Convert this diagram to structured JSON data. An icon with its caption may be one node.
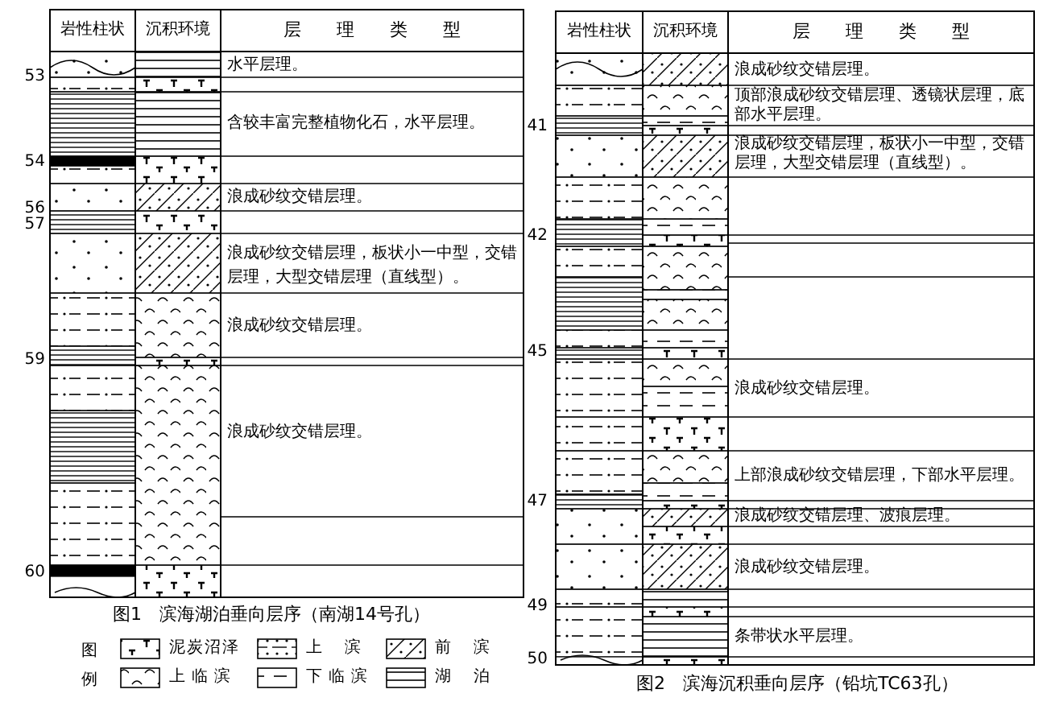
{
  "diagram": {
    "labels": [
      "岩性柱状",
      "沉积环境",
      "层理类型",
      "53",
      "水平层理。",
      "含较丰富完整植物化石，水平层理。",
      "54",
      "浪成砂纹交错层理。",
      "56",
      "57",
      "浪成砂纹交错层理，板状小一中型，交错层理，大型交错层理（直线型）。",
      "浪成砂纹交错层理。",
      "59",
      "浪成砂纹交错层理。",
      "60",
      "图1　滨海湖泊垂向层序（南湖14号孔）",
      "图例",
      "岩性柱状",
      "沉积环境",
      "层理类型",
      "浪成砂纹交错层理。",
      "顶部浪成砂纹交错层理、透镜状层理，底部水平层理。",
      "41",
      "浪成砂纹交错层理，板状小一中型，交错层理，大型交错层理（直线型）。",
      "42",
      "45",
      "浪成砂纹交错层理。",
      "上部浪成砂纹交错层理，下部水平层理。",
      "47",
      "浪成砂纹交错层理、波痕层理。",
      "浪成砂纹交错层理。",
      "49",
      "条带状水平层理。",
      "50",
      "图2　滨海沉积垂向层序（铅坑TC63孔）"
    ],
    "legend": [
      {
        "text": "泥炭沼泽"
      },
      {
        "text": "上滨"
      },
      {
        "text": "前滨"
      },
      {
        "text": "上临滨"
      },
      {
        "text": "下临滨"
      },
      {
        "text": "湖泊"
      }
    ]
  }
}
